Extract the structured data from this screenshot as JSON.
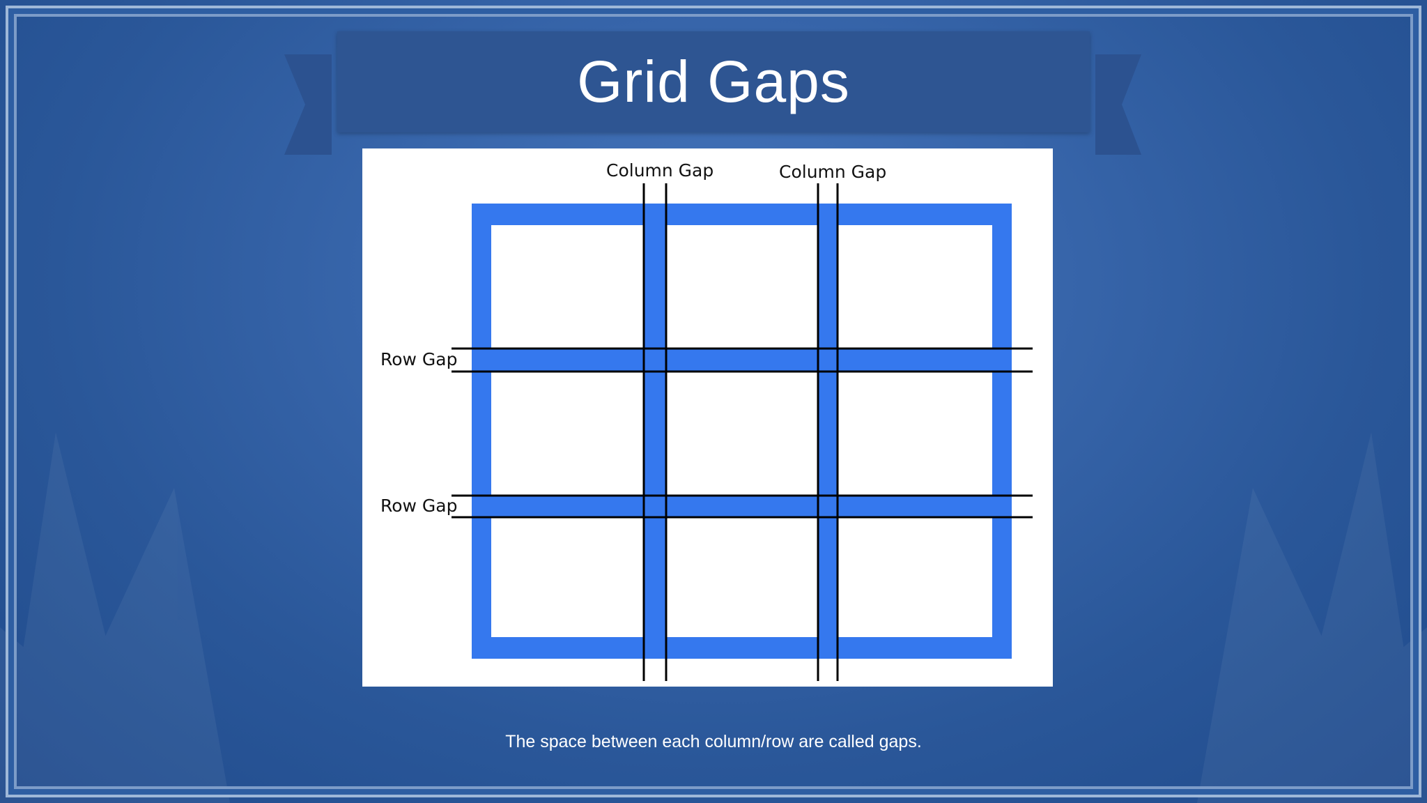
{
  "slide": {
    "title": "Grid Gaps",
    "caption": "The space between each column/row are called gaps."
  },
  "diagram": {
    "column_gap_label": "Column Gap",
    "row_gap_label": "Row Gap",
    "grid_color": "#3578ee",
    "line_color": "#000000",
    "columns": 3,
    "rows": 3
  },
  "colors": {
    "background": "#2a5799",
    "title_band": "#2e5592",
    "text": "#ffffff"
  }
}
